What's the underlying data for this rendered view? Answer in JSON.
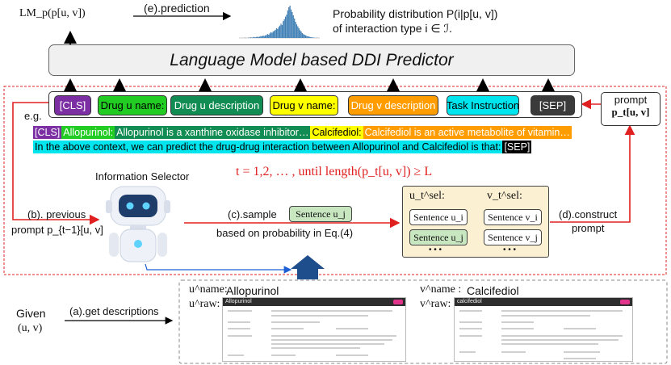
{
  "top": {
    "lm_output": "LM_p(p[u, v])",
    "prediction_label": "(e).prediction",
    "prob_line1": "Probability distribution P(i|p[u, v])",
    "prob_line2": "of interaction type i ∈ ℐ."
  },
  "histogram": {
    "bars": [
      0,
      0,
      0,
      0,
      0,
      1,
      0,
      0,
      1,
      1,
      2,
      1,
      2,
      3,
      2,
      3,
      4,
      3,
      4,
      6,
      5,
      7,
      6,
      8,
      9,
      12,
      10,
      14,
      18,
      16,
      20,
      22,
      25,
      30,
      28,
      34,
      38,
      44,
      40,
      52,
      58,
      66,
      72,
      85,
      95,
      100,
      88,
      80,
      70,
      60,
      50,
      42,
      36,
      30,
      24,
      20,
      15,
      12,
      10,
      8,
      6,
      5,
      4,
      3,
      2,
      2,
      1,
      1,
      0,
      1,
      0,
      0
    ],
    "color": "#3f7fb5"
  },
  "predictor": {
    "title": "Language Model based  DDI Predictor"
  },
  "tokens": {
    "eg_label": "e.g.",
    "items": [
      {
        "label": "[CLS]",
        "bg": "#7b2fa3",
        "fg": "#ffffff"
      },
      {
        "label": "Drug u name:",
        "bg": "#22cc22",
        "fg": "#000000"
      },
      {
        "label": "Drug u description",
        "bg": "#118c52",
        "fg": "#ffffff"
      },
      {
        "label": "Drug v name:",
        "bg": "#ffff00",
        "fg": "#000000"
      },
      {
        "label": "Drug v description",
        "bg": "#ff9d00",
        "fg": "#ffffff"
      },
      {
        "label": "Task Instruction",
        "bg": "#00e5ee",
        "fg": "#000000"
      },
      {
        "label": "[SEP]",
        "bg": "#3a3a3a",
        "fg": "#ffffff"
      }
    ]
  },
  "prompt_box": {
    "line1": "prompt",
    "line2": "p_t[u, v]"
  },
  "example": {
    "line1": [
      {
        "text": "[CLS]",
        "bg": "#7b2fa3",
        "fg": "#ffffff"
      },
      {
        "text": "Allopurinol:",
        "bg": "#22cc22",
        "fg": "#ffffff"
      },
      {
        "text": "Allopurinol is a xanthine oxidase inhibitor…",
        "bg": "#118c52",
        "fg": "#ffffff"
      },
      {
        "text": "Calcifediol:",
        "bg": "#ffff00",
        "fg": "#000000"
      },
      {
        "text": "Calcifediol is an active metabolite of vitamin…",
        "bg": "#ff9d00",
        "fg": "#ffffff"
      }
    ],
    "line2": [
      {
        "text": "In the above context, we can predict the drug-drug interaction between Allopurinol and Calcifediol is that:",
        "bg": "#00e5ee",
        "fg": "#000000"
      },
      {
        "text": "[SEP]",
        "bg": "#000000",
        "fg": "#ffffff"
      }
    ]
  },
  "selector": {
    "title": "Information Selector"
  },
  "loop_text": "t = 1,2, … , until length(p_t[u, v]) ≥ L",
  "prev_prompt": {
    "line1": "(b). previous",
    "line2": "prompt p_{t−1}[u, v]"
  },
  "sample": {
    "label": "(c).sample",
    "chip": "Sentence u_j",
    "note": "based on probability in Eq.(4)"
  },
  "selected": {
    "u_header": "u_t^sel:",
    "v_header": "v_t^sel:",
    "u_items": [
      "Sentence u_i",
      "Sentence u_j"
    ],
    "v_items": [
      "Sentence v_i",
      "Sentence v_j"
    ],
    "dots": "• • •"
  },
  "construct": {
    "line1": "(d).construct",
    "line2": "prompt"
  },
  "given": {
    "line1": "Given",
    "line2": "(u, v)",
    "arrow_label": "(a).get descriptions"
  },
  "descriptions": {
    "u_name_label": "u^name:",
    "u_name": "Allopurinol",
    "u_raw_label": "u^raw:",
    "v_name_label": "v^name :",
    "v_name": "Calcifediol",
    "v_raw_label": "v^raw:",
    "u_doc_title": "Allopurinol",
    "v_doc_title": "calcifediol"
  }
}
